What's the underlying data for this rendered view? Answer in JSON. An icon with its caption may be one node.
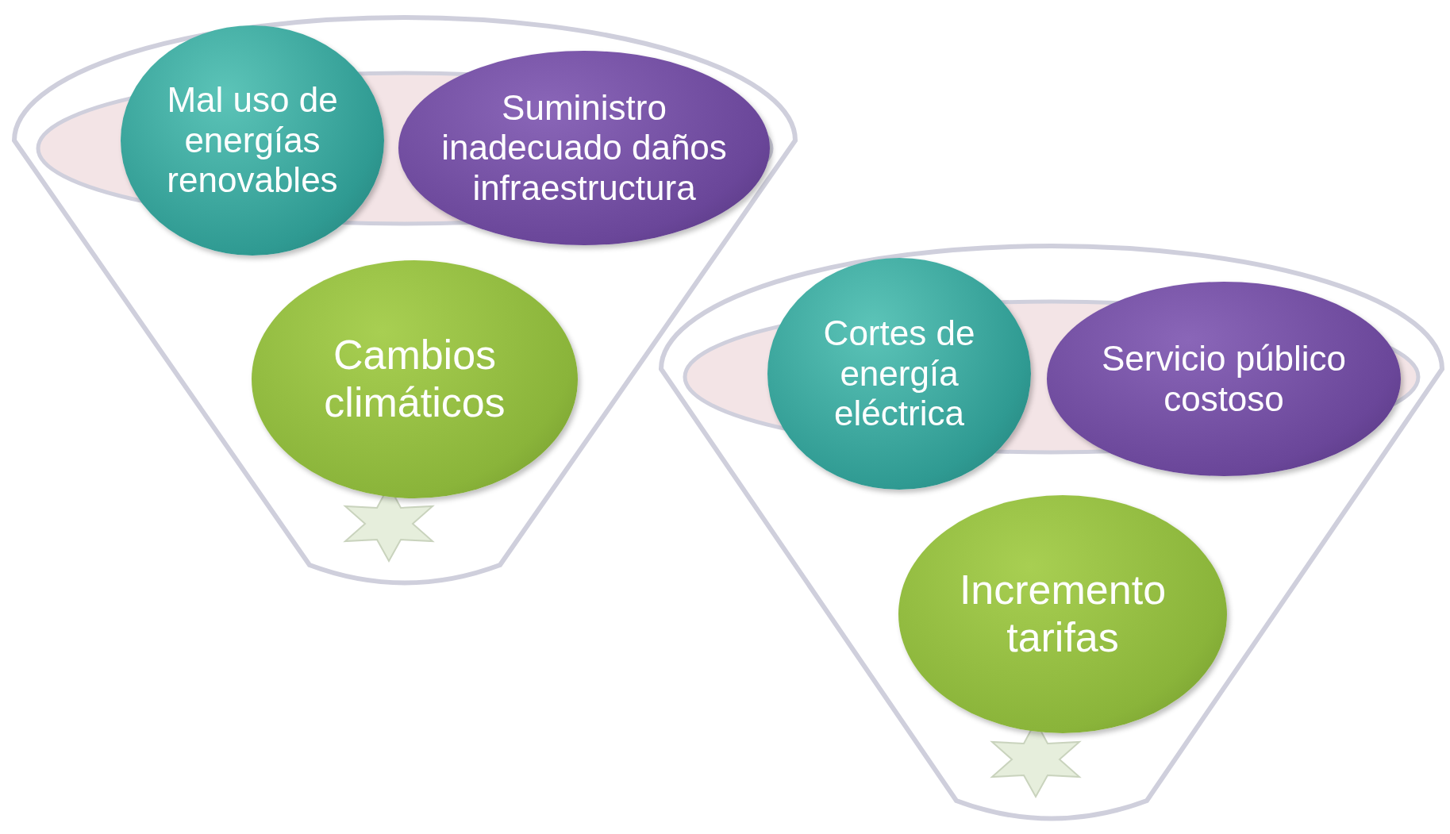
{
  "diagram": {
    "nodes": [
      {
        "text": [],
        "shape": "funnel"
      },
      {
        "text": [
          "Mal uso de energías renovables"
        ],
        "in": 0
      },
      {
        "text": [
          "Suministro inadecuado daños infraestructura"
        ],
        "in": 0
      },
      {
        "text": [
          "Cambios climáticos"
        ],
        "in": 0
      },
      {
        "text": [],
        "shape": "funnel"
      },
      {
        "text": [
          "Cortes de energía eléctrica"
        ],
        "in": 4
      },
      {
        "text": [
          "Servicio público costoso"
        ],
        "in": 4
      },
      {
        "text": [
          "Incremento tarifas"
        ],
        "in": 4
      }
    ]
  }
}
